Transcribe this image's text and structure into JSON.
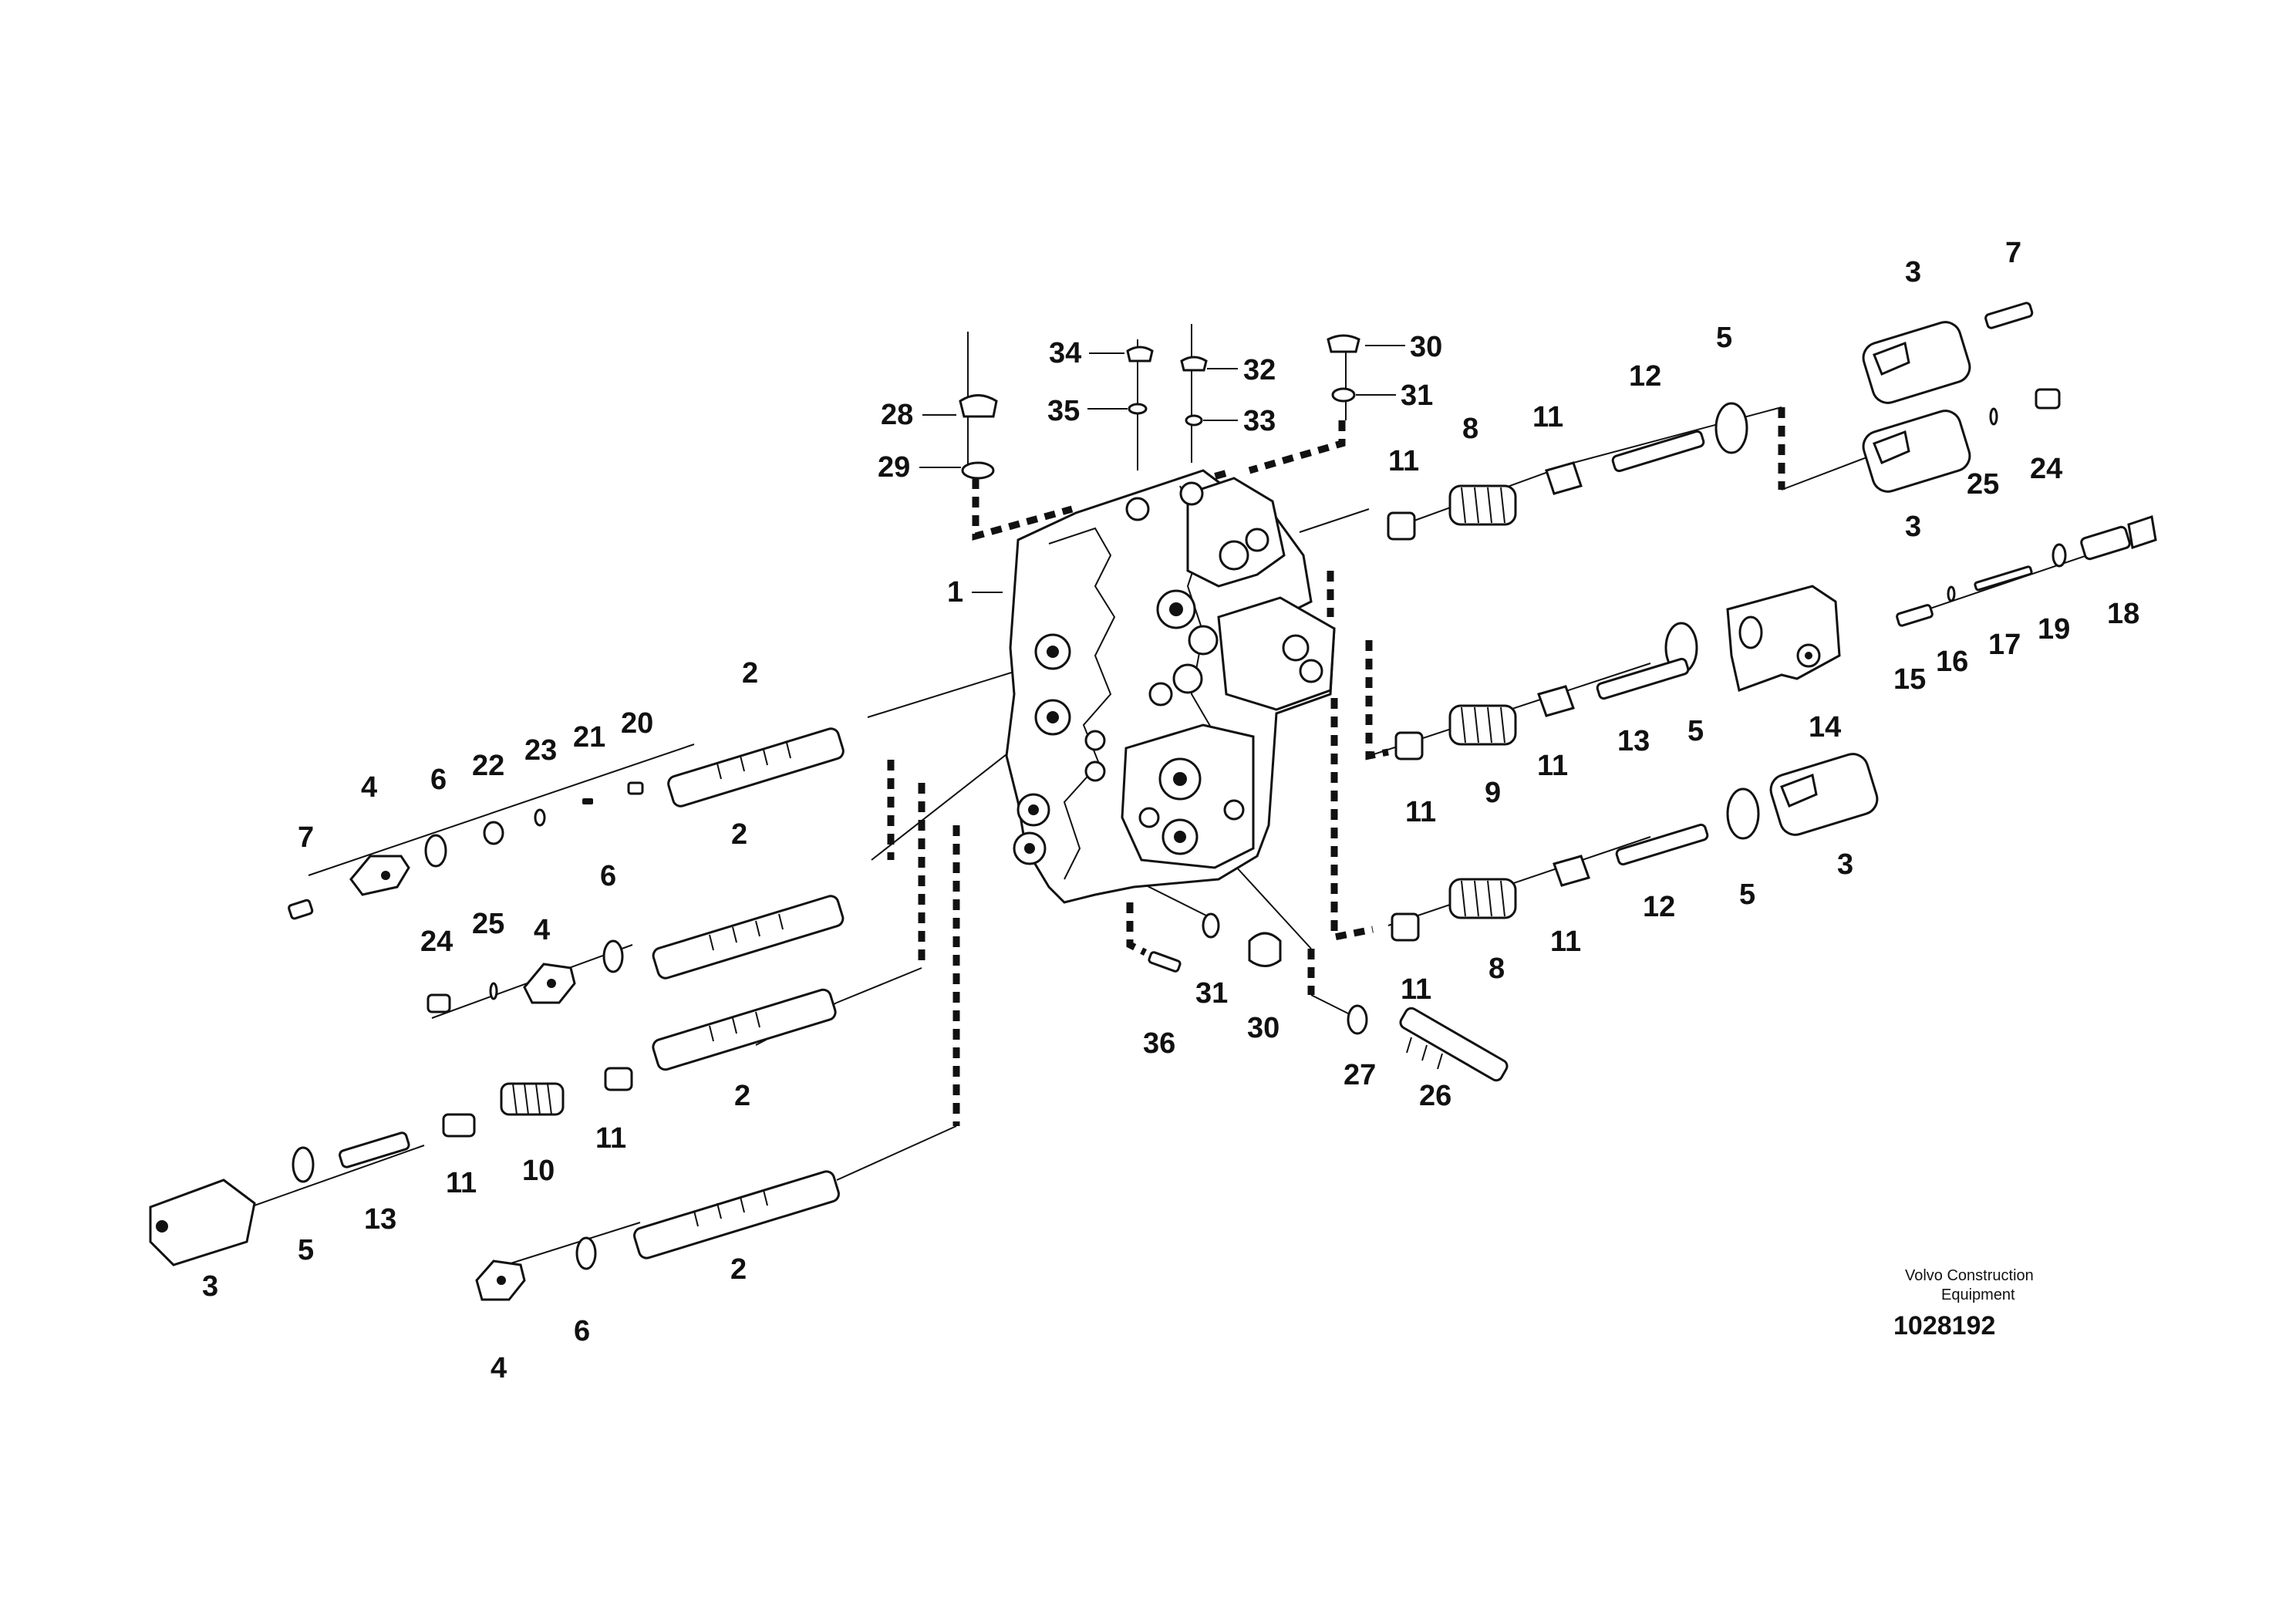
{
  "diagram": {
    "type": "exploded-parts-view",
    "footer": {
      "brand_line1": "Volvo Construction",
      "brand_line2": "Equipment",
      "drawing_number": "1028192"
    },
    "callouts": {
      "c1": "1",
      "c2a": "2",
      "c2b": "2",
      "c2c": "2",
      "c2d": "2",
      "c3a": "3",
      "c3b": "3",
      "c3c": "3",
      "c3d": "3",
      "c4a": "4",
      "c4b": "4",
      "c4c": "4",
      "c5a": "5",
      "c5b": "5",
      "c5c": "5",
      "c5d": "5",
      "c6a": "6",
      "c6b": "6",
      "c6c": "6",
      "c7a": "7",
      "c7b": "7",
      "c8a": "8",
      "c8b": "8",
      "c9": "9",
      "c10": "10",
      "c11a": "11",
      "c11b": "11",
      "c11c": "11",
      "c11d": "11",
      "c11e": "11",
      "c11f": "11",
      "c11g": "11",
      "c11h": "11",
      "c12a": "12",
      "c12b": "12",
      "c13a": "13",
      "c13b": "13",
      "c14": "14",
      "c15": "15",
      "c16": "16",
      "c17": "17",
      "c18": "18",
      "c19": "19",
      "c20": "20",
      "c21": "21",
      "c22": "22",
      "c23": "23",
      "c24a": "24",
      "c24b": "24",
      "c25a": "25",
      "c25b": "25",
      "c26": "26",
      "c27": "27",
      "c28": "28",
      "c29": "29",
      "c30a": "30",
      "c30b": "30",
      "c31a": "31",
      "c31b": "31",
      "c32": "32",
      "c33": "33",
      "c34": "34",
      "c35": "35",
      "c36": "36"
    }
  }
}
